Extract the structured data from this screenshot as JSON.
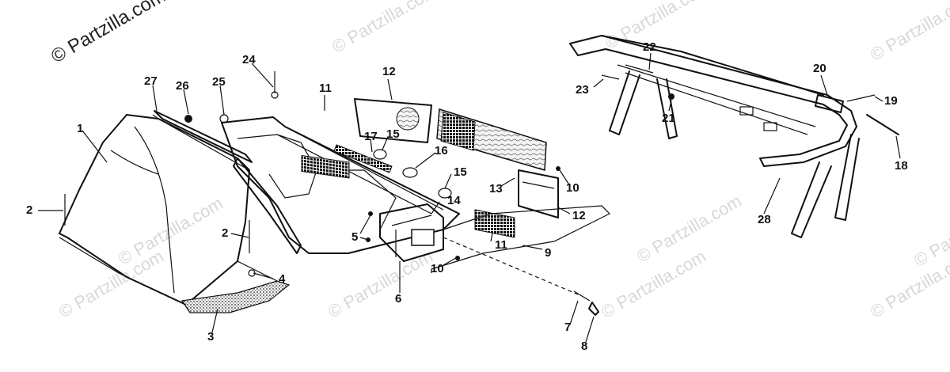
{
  "watermarks": {
    "main": "© Partzilla.com",
    "faint": "© Partzilla.com"
  },
  "callouts": {
    "c1": "1",
    "c2a": "2",
    "c2b": "2",
    "c3": "3",
    "c4": "4",
    "c5": "5",
    "c6": "6",
    "c7": "7",
    "c8": "8",
    "c9": "9",
    "c10a": "10",
    "c10b": "10",
    "c11a": "11",
    "c11b": "11",
    "c12a": "12",
    "c12b": "12",
    "c13": "13",
    "c14": "14",
    "c15a": "15",
    "c15b": "15",
    "c16": "16",
    "c17": "17",
    "c18": "18",
    "c19": "19",
    "c20": "20",
    "c21": "21",
    "c22": "22",
    "c23": "23",
    "c24": "24",
    "c25": "25",
    "c26": "26",
    "c27": "27",
    "c28": "28"
  }
}
